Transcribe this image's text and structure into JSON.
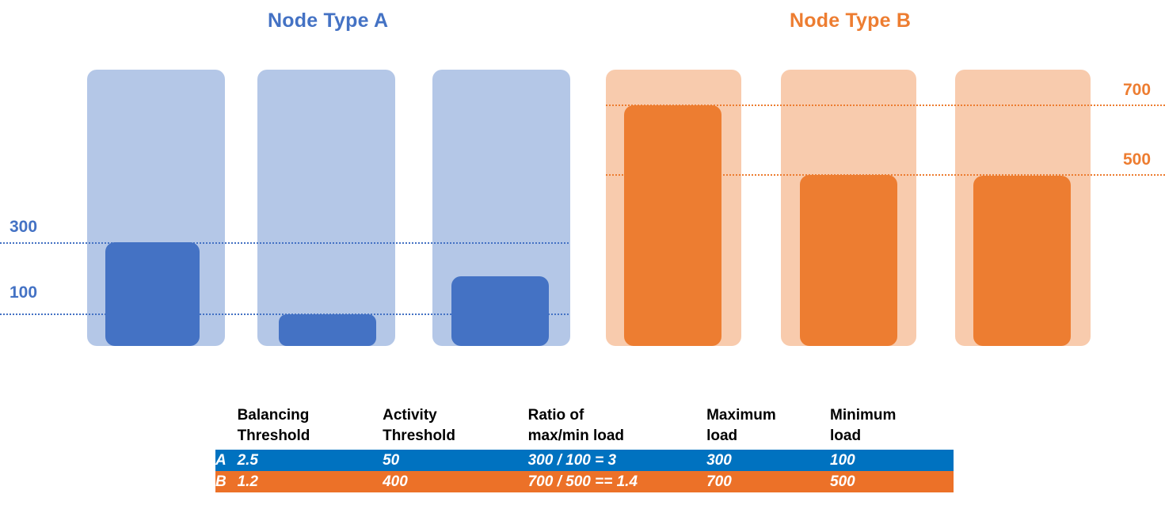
{
  "groups": {
    "a": {
      "title": "Node Type A"
    },
    "b": {
      "title": "Node Type B"
    }
  },
  "thresholds": {
    "a": [
      {
        "label": "300",
        "value": 300
      },
      {
        "label": "100",
        "value": 100
      }
    ],
    "b": [
      {
        "label": "700",
        "value": 700
      },
      {
        "label": "500",
        "value": 500
      }
    ]
  },
  "chart_data": {
    "type": "bar",
    "title": "",
    "xlabel": "",
    "ylabel": "",
    "grid": "dotted threshold lines only",
    "legend": "none",
    "series": [
      {
        "name": "Node Type A",
        "color_capacity": "#B4C7E7",
        "color_load": "#4472C4",
        "capacity": [
          700,
          700,
          700
        ],
        "values": [
          300,
          100,
          190
        ],
        "threshold_high": 300,
        "threshold_low": 100
      },
      {
        "name": "Node Type B",
        "color_capacity": "#F8CBAD",
        "color_load": "#ED7D31",
        "capacity": [
          700,
          700,
          700
        ],
        "values": [
          700,
          500,
          495
        ],
        "threshold_high": 700,
        "threshold_low": 500
      }
    ]
  },
  "table": {
    "headers": [
      {
        "line1": "",
        "line2": ""
      },
      {
        "line1": "Balancing",
        "line2": "Threshold"
      },
      {
        "line1": "Activity",
        "line2": "Threshold"
      },
      {
        "line1": "Ratio of",
        "line2": "max/min load"
      },
      {
        "line1": "Maximum",
        "line2": "load"
      },
      {
        "line1": "Minimum",
        "line2": "load"
      }
    ],
    "rows": [
      {
        "label": "A",
        "balancing_threshold": "2.5",
        "activity_threshold": "50",
        "ratio": "300 / 100 = 3",
        "maximum_load": "300",
        "minimum_load": "100",
        "color": "#0072C0"
      },
      {
        "label": "B",
        "balancing_threshold": "1.2",
        "activity_threshold": "400",
        "ratio": "700 / 500 == 1.4",
        "maximum_load": "700",
        "minimum_load": "500",
        "color": "#EC7128"
      }
    ]
  },
  "colors": {
    "blue_title": "#4472C4",
    "orange_title": "#ED7D31",
    "blue_light": "#B4C7E7",
    "blue_dark": "#4472C4",
    "orange_light": "#F8CBAD",
    "orange_dark": "#ED7D31",
    "table_blue": "#0072C0",
    "table_orange": "#EC7128"
  }
}
